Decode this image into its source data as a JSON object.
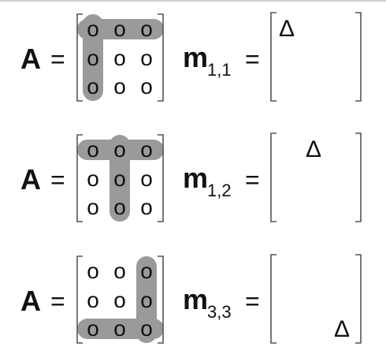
{
  "rows": [
    {
      "matrix_symbol": "A",
      "equals": "=",
      "entry_symbol": "m",
      "subscript": "1,1",
      "equals2": "=",
      "delta": "Δ",
      "grid": [
        [
          "o",
          "o",
          "o"
        ],
        [
          "o",
          "o",
          "o"
        ],
        [
          "o",
          "o",
          "o"
        ]
      ],
      "highlight": {
        "row": 1,
        "col": 1
      }
    },
    {
      "matrix_symbol": "A",
      "equals": "=",
      "entry_symbol": "m",
      "subscript": "1,2",
      "equals2": "=",
      "delta": "Δ",
      "grid": [
        [
          "o",
          "o",
          "o"
        ],
        [
          "o",
          "o",
          "o"
        ],
        [
          "o",
          "o",
          "o"
        ]
      ],
      "highlight": {
        "row": 1,
        "col": 2
      }
    },
    {
      "matrix_symbol": "A",
      "equals": "=",
      "entry_symbol": "m",
      "subscript": "3,3",
      "equals2": "=",
      "delta": "Δ",
      "grid": [
        [
          "o",
          "o",
          "o"
        ],
        [
          "o",
          "o",
          "o"
        ],
        [
          "o",
          "o",
          "o"
        ]
      ],
      "highlight": {
        "row": 3,
        "col": 3
      }
    }
  ],
  "colors": {
    "highlight": "#9a9a9a",
    "text": "#111111",
    "bracket": "#555555"
  }
}
